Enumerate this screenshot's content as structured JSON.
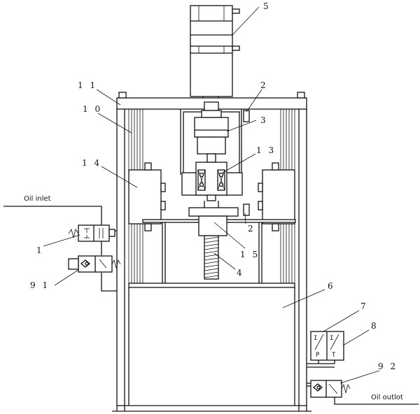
{
  "labels": {
    "l5": "5",
    "l11": "1 1",
    "l2_top": "2",
    "l10": "1 0",
    "l3": "3",
    "l13": "1 3",
    "l14": "1 4",
    "l2_mid": "2",
    "l15": "1 5",
    "l4": "4",
    "l1": "1",
    "l91": "9 1",
    "l6": "6",
    "l7": "7",
    "l8": "8",
    "l92": "9 2"
  },
  "texts": {
    "oil_inlet": "Oil inlet",
    "oil_outlet": "Oil outlot"
  },
  "gauge": {
    "p1": "I",
    "p2": "I",
    "p3": "P",
    "p4": "T"
  }
}
